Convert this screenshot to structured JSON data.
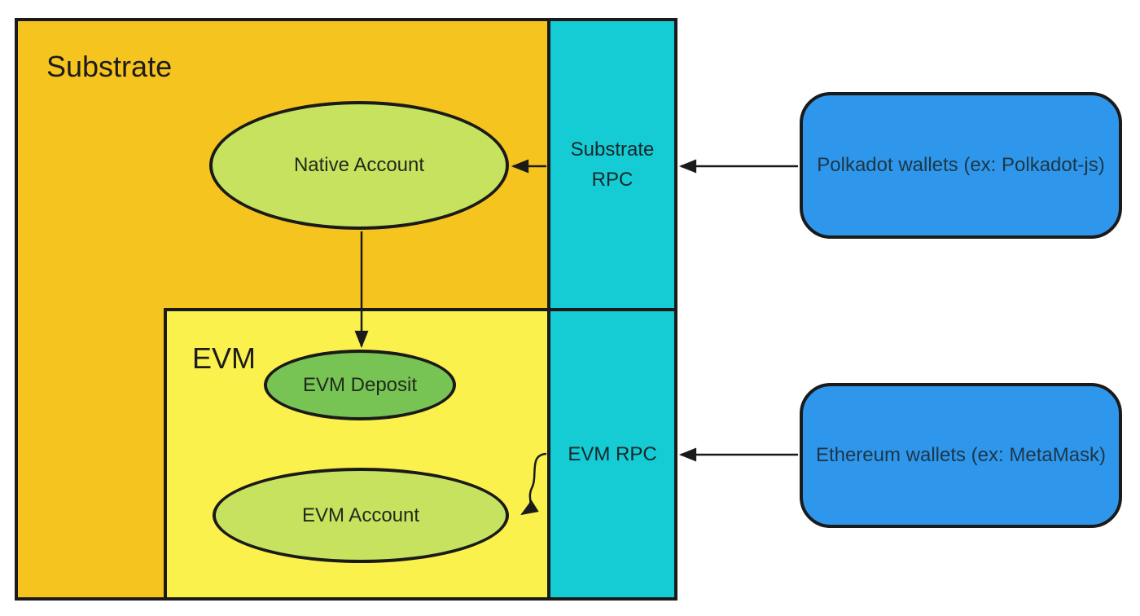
{
  "colors": {
    "substrate_bg": "#F6C41E",
    "evm_bg": "#FBF14D",
    "rpc_bg": "#15CBD4",
    "account_node_fill": "#C6E25E",
    "deposit_node_fill": "#77C354",
    "wallet_fill": "#2F97EB",
    "stroke": "#1A1A1A"
  },
  "substrate": {
    "title": "Substrate",
    "rpc_label": "Substrate RPC"
  },
  "evm": {
    "title": "EVM",
    "rpc_label": "EVM RPC"
  },
  "nodes": {
    "native_account": {
      "label": "Native Account"
    },
    "evm_deposit": {
      "label": "EVM Deposit"
    },
    "evm_account": {
      "label": "EVM Account"
    }
  },
  "wallets": {
    "polkadot": {
      "label": "Polkadot wallets (ex: Polkadot-js)"
    },
    "ethereum": {
      "label": "Ethereum wallets (ex: MetaMask)"
    }
  }
}
